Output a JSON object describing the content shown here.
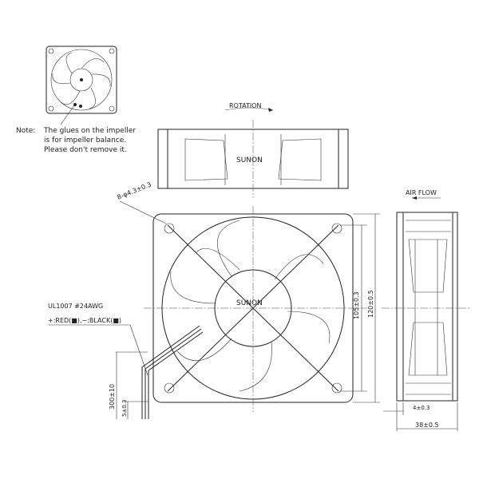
{
  "note": {
    "label": "Note:",
    "lines": [
      "The glues on the impeller",
      "is for impeller balance.",
      "Please don't remove it."
    ]
  },
  "top_view": {
    "rotation_label": "ROTATION",
    "brand": "SUNON"
  },
  "front_view": {
    "brand": "SUNON",
    "holes_label": "8-φ4.3±0.3",
    "hole_pitch": "105±0.3",
    "frame_size": "120±0.5"
  },
  "wire": {
    "spec": "UL1007 #24AWG",
    "polarity": "+:RED(■),−:BLACK(■)",
    "length": "300±10",
    "strip_length": "5±0.3"
  },
  "side_view": {
    "airflow_label": "AIR FLOW",
    "flange": "4±0.3",
    "depth": "38±0.5"
  }
}
